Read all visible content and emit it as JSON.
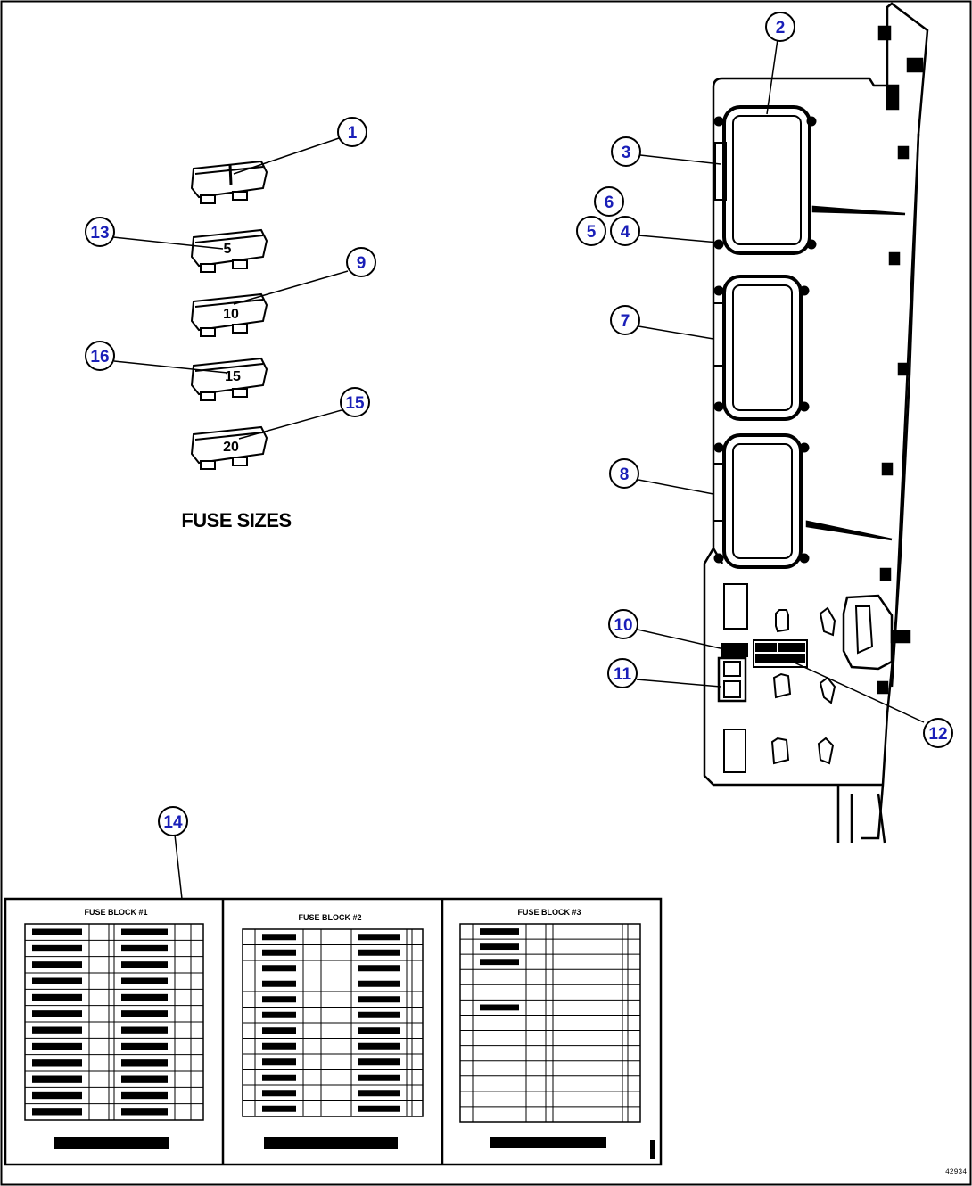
{
  "caption": "FUSE SIZES",
  "drawing_code": "42934",
  "fuses": [
    {
      "callout": "1",
      "label": ""
    },
    {
      "callout": "13",
      "label": "5"
    },
    {
      "callout": "9",
      "label": "10"
    },
    {
      "callout": "16",
      "label": "15"
    },
    {
      "callout": "15",
      "label": "20"
    }
  ],
  "panel_callouts": [
    "2",
    "3",
    "6",
    "5",
    "4",
    "7",
    "8",
    "10",
    "11",
    "12"
  ],
  "decal_callout": "14",
  "decal_tables": [
    {
      "title": "FUSE BLOCK #1"
    },
    {
      "title": "FUSE BLOCK #2"
    },
    {
      "title": "FUSE BLOCK #3"
    }
  ],
  "colors": {
    "callout": "#1a1fb8",
    "line": "#000000",
    "background": "#ffffff"
  }
}
